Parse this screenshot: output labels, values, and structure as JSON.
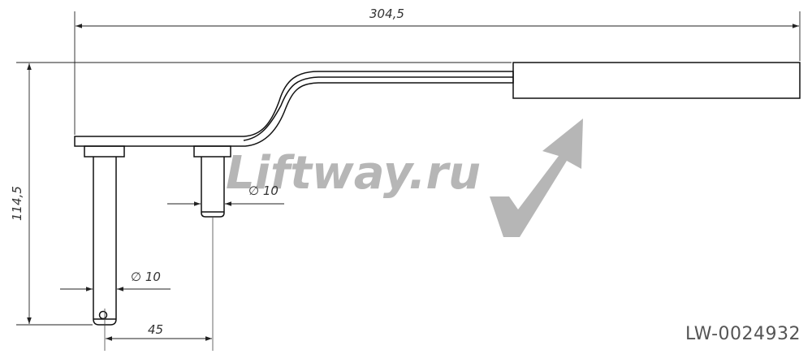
{
  "drawing": {
    "dimensions": {
      "total_length": "304,5",
      "height": "114,5",
      "pin_spacing": "45",
      "pin_diameter_left": "∅ 10",
      "pin_diameter_right": "∅ 10"
    },
    "watermark": {
      "text": "Liftway.ru",
      "color": "#9a9a9a"
    },
    "code": "LW-0024932",
    "line_color": "#111111",
    "dimension_color": "#222222"
  }
}
